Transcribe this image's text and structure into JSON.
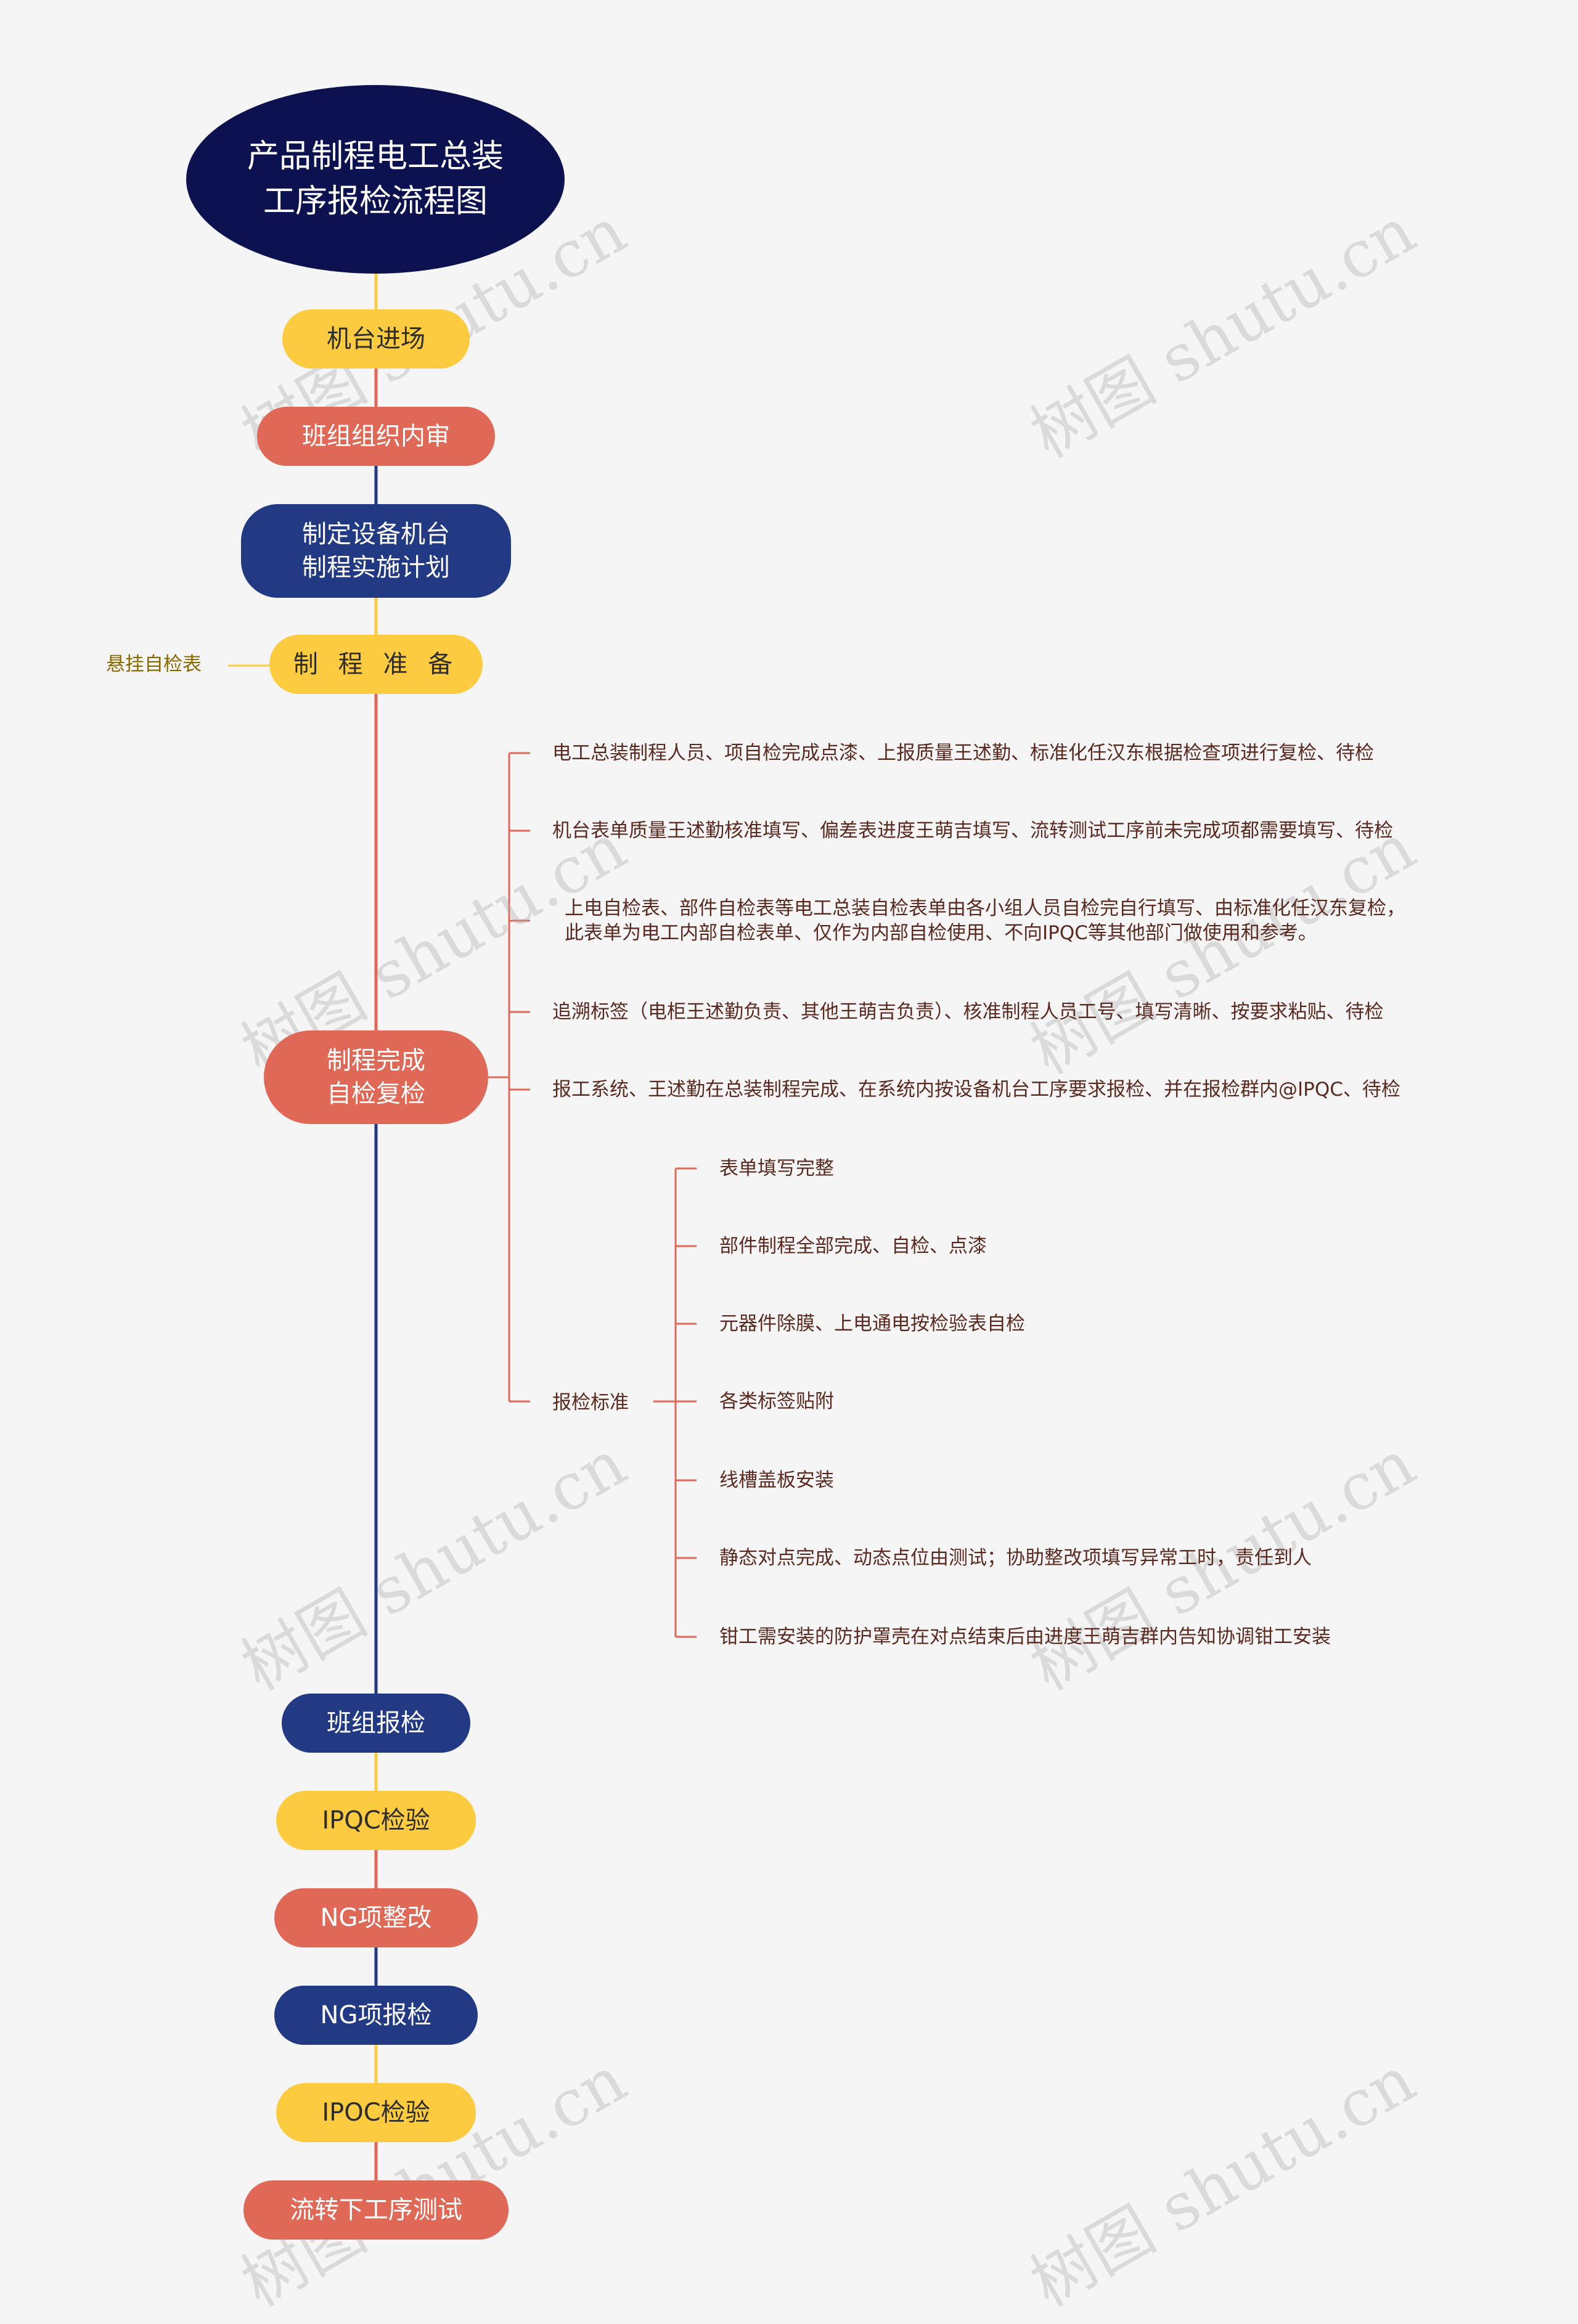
{
  "root": {
    "title_line1": "产品制程电工总装",
    "title_line2": "工序报检流程图"
  },
  "colors": {
    "yellow": "#fccb3f",
    "red": "#e06856",
    "blue": "#223a84",
    "navy": "#0c1150",
    "branch_line": "#e06856"
  },
  "steps": [
    {
      "label": "机台进场"
    },
    {
      "label": "班组组织内审"
    },
    {
      "label_line1": "制定设备机台",
      "label_line2": "制程实施计划"
    },
    {
      "label": "制 程 准 备"
    },
    {
      "label_line1": "制程完成",
      "label_line2": "自检复检"
    },
    {
      "label": "班组报检"
    },
    {
      "label": "IPQC检验"
    },
    {
      "label": "NG项整改"
    },
    {
      "label": "NG项报检"
    },
    {
      "label": "IPOC检验"
    },
    {
      "label": "流转下工序测试"
    }
  ],
  "prep_side_label": "悬挂自检表",
  "self_check_items": [
    "电工总装制程人员、项自检完成点漆、上报质量王述勤、标准化任汉东根据检查项进行复检、待检",
    "机台表单质量王述勤核准填写、偏差表进度王萌吉填写、流转测试工序前未完成项都需要填写、待检",
    "上电自检表、部件自检表等电工总装自检表单由各小组人员自检完自行填写、由标准化任汉东复检，\n此表单为电工内部自检表单、仅作为内部自检使用、不向IPQC等其他部门做使用和参考。",
    "追溯标签（电柜王述勤负责、其他王萌吉负责）、核准制程人员工号、填写清晰、按要求粘贴、待检",
    "报工系统、王述勤在总装制程完成、在系统内按设备机台工序要求报检、并在报检群内@IPQC、待检"
  ],
  "criteria_label": "报检标准",
  "criteria_items": [
    "表单填写完整",
    "部件制程全部完成、自检、点漆",
    "元器件除膜、上电通电按检验表自检",
    "各类标签贴附",
    "线槽盖板安装",
    "静态对点完成、动态点位由测试；协助整改项填写异常工时，责任到人",
    "钳工需安装的防护罩壳在对点结束后由进度王萌吉群内告知协调钳工安装"
  ],
  "watermark": "树图 shutu.cn"
}
